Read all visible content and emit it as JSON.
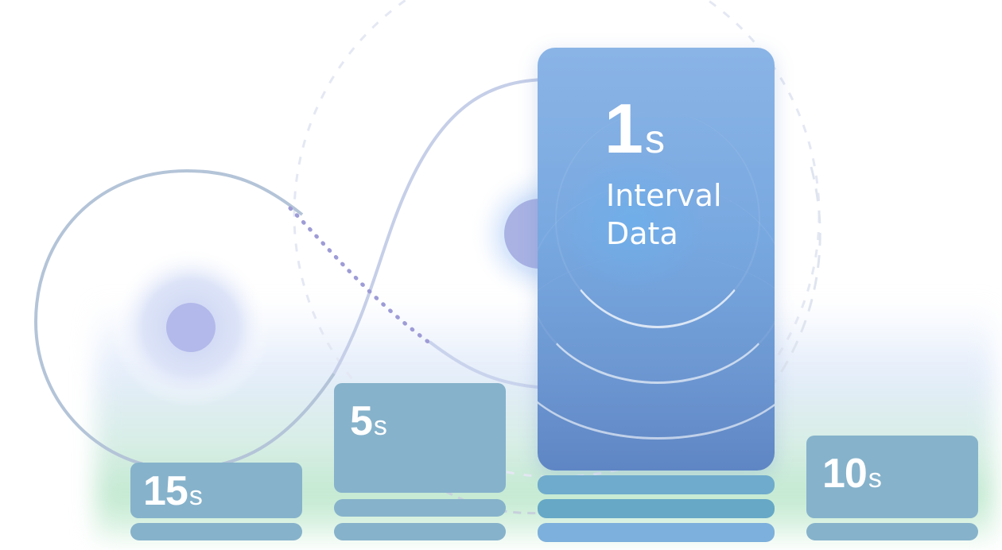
{
  "tiles": [
    {
      "id": "15s",
      "number": "15",
      "unit": "s"
    },
    {
      "id": "5s",
      "number": "5",
      "unit": "s"
    },
    {
      "id": "10s",
      "number": "10",
      "unit": "s"
    }
  ],
  "hero": {
    "number": "1",
    "unit": "s",
    "caption_line1": "Interval",
    "caption_line2": "Data"
  },
  "colors": {
    "tile": "#86b2cb",
    "hero_top": "#8ab4e6",
    "hero_bottom": "#5f86c4",
    "loop_line": "#aebfd6",
    "dots": "#9d9bd4"
  },
  "icons": [
    "orbit-node-icon",
    "orbit-node-icon"
  ]
}
